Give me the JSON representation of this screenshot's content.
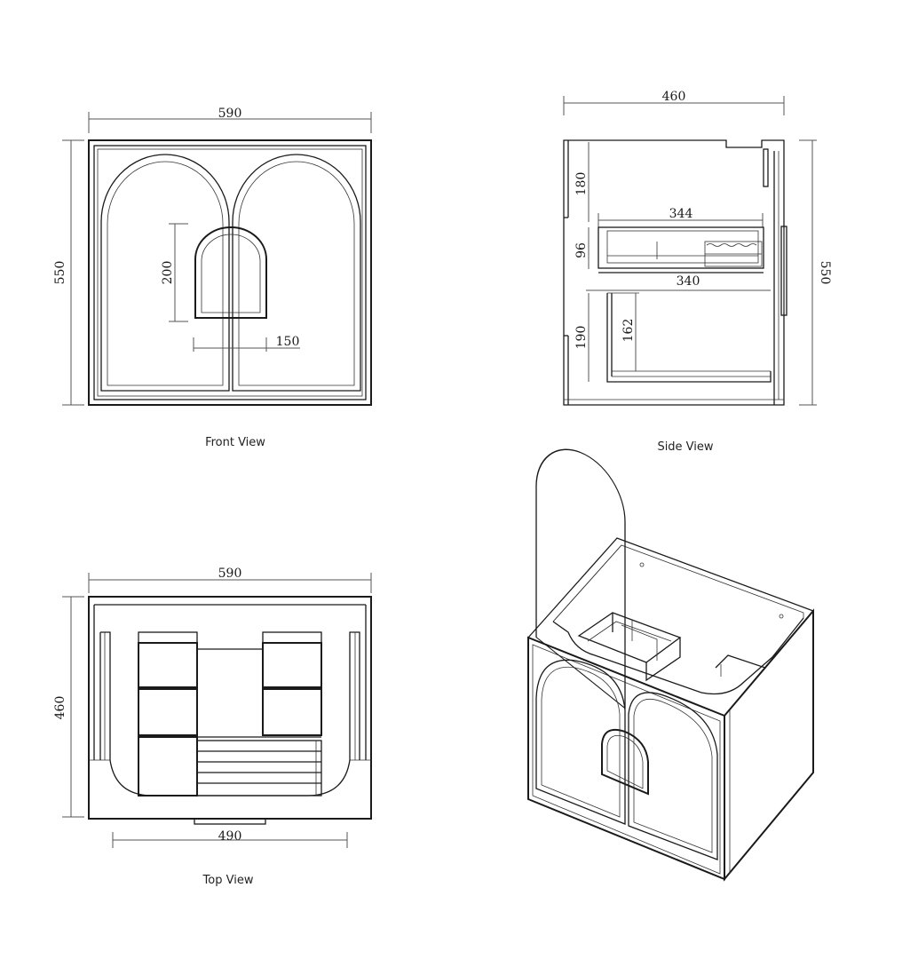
{
  "views": {
    "front": {
      "caption": "Front View",
      "width_dim": "590",
      "height_dim": "550",
      "handle_height_dim": "200",
      "handle_width_dim": "150"
    },
    "side": {
      "caption": "Side View",
      "depth_dim": "460",
      "height_dim": "550",
      "top_gap_dim": "180",
      "drawer_top_dim": "344",
      "drawer_height_dim": "96",
      "shelf_width_dim": "340",
      "bottom_gap_dim": "190",
      "inner_height_dim": "162"
    },
    "top": {
      "caption": "Top View",
      "width_dim": "590",
      "depth_dim": "460",
      "bottom_width_dim": "490"
    }
  },
  "colors": {
    "line": "#1a1a1a",
    "background": "#ffffff"
  }
}
